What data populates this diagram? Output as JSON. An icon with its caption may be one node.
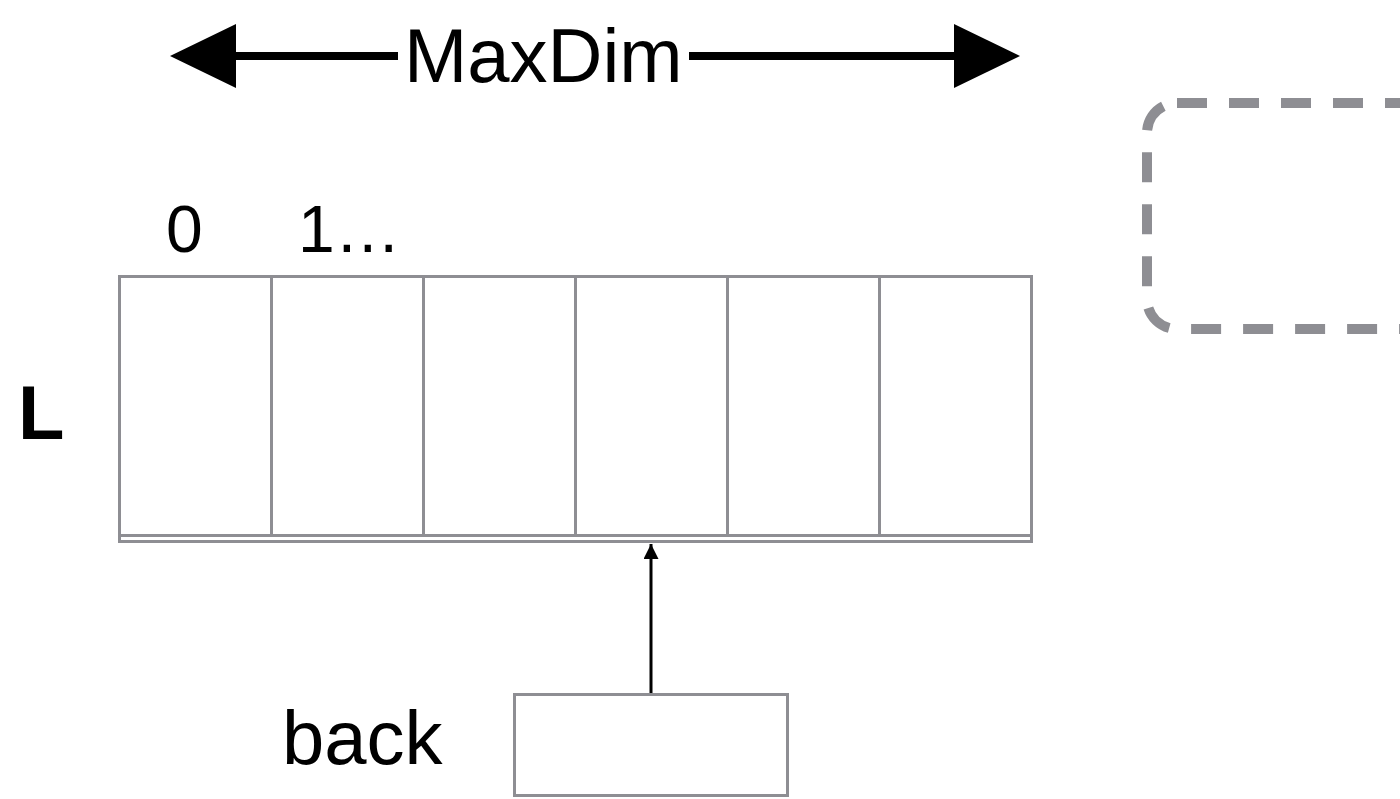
{
  "diagram": {
    "nodes": [
      {
        "text": [],
        "shape": "box",
        "beside": [
          "L"
        ]
      },
      {
        "text": [],
        "shape": "box",
        "in": 0
      },
      {
        "text": [],
        "shape": "box",
        "in": 0
      },
      {
        "text": [],
        "shape": "box",
        "in": 0
      },
      {
        "text": [],
        "shape": "box",
        "in": 0
      },
      {
        "text": [],
        "shape": "box",
        "in": 0
      },
      {
        "text": [],
        "shape": "box",
        "in": 0
      },
      {
        "text": [],
        "shape": "box",
        "beside": [
          "back"
        ]
      },
      {
        "text": [],
        "shape": "box"
      }
    ],
    "edges": [
      {
        "from": 7,
        "to": 4,
        "arrow": "to"
      }
    ],
    "labels": [
      "MaxDim",
      "0",
      "1…"
    ]
  }
}
